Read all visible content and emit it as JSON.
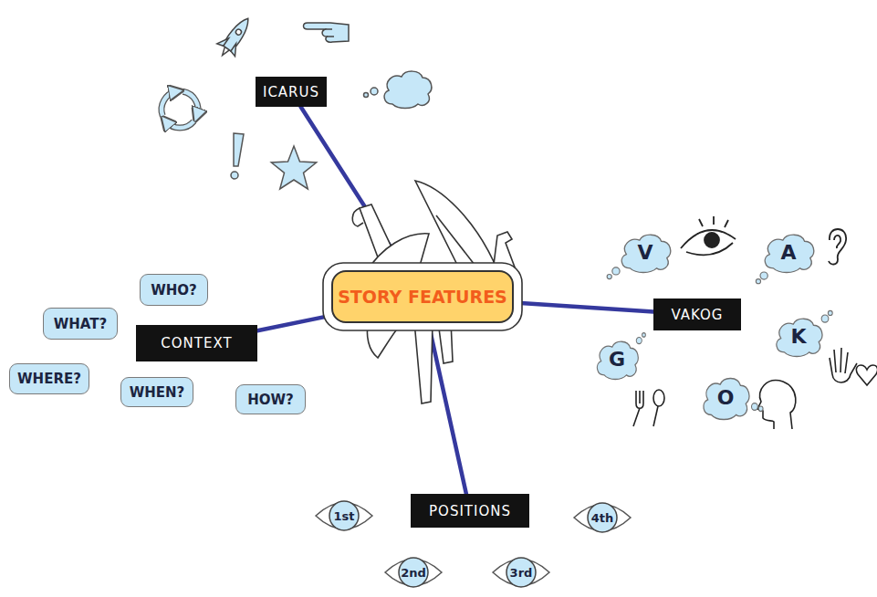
{
  "diagram": {
    "nodes": [
      {
        "text": [
          "ICARUS"
        ]
      },
      {
        "text": [
          "STORY FEATURES"
        ]
      },
      {
        "text": [
          "CONTEXT"
        ]
      },
      {
        "text": [
          "WHO?"
        ]
      },
      {
        "text": [
          "WHAT?"
        ]
      },
      {
        "text": [
          "WHERE?"
        ]
      },
      {
        "text": [
          "WHEN?"
        ]
      },
      {
        "text": [
          "HOW?"
        ]
      },
      {
        "text": [
          "VAKOG"
        ]
      },
      {
        "text": [
          "V"
        ]
      },
      {
        "text": [
          "A"
        ]
      },
      {
        "text": [
          "K"
        ]
      },
      {
        "text": [
          "G"
        ]
      },
      {
        "text": [
          "O"
        ]
      },
      {
        "text": [
          "POSITIONS"
        ]
      },
      {
        "text": [
          "1st"
        ]
      },
      {
        "text": [
          "2nd"
        ]
      },
      {
        "text": [
          "3rd"
        ]
      },
      {
        "text": [
          "4th"
        ]
      }
    ],
    "edges": [
      {
        "from": 1,
        "to": 0,
        "arrow": "none"
      },
      {
        "from": 1,
        "to": 2,
        "arrow": "none"
      },
      {
        "from": 1,
        "to": 8,
        "arrow": "none"
      },
      {
        "from": 1,
        "to": 14,
        "arrow": "none"
      }
    ]
  }
}
